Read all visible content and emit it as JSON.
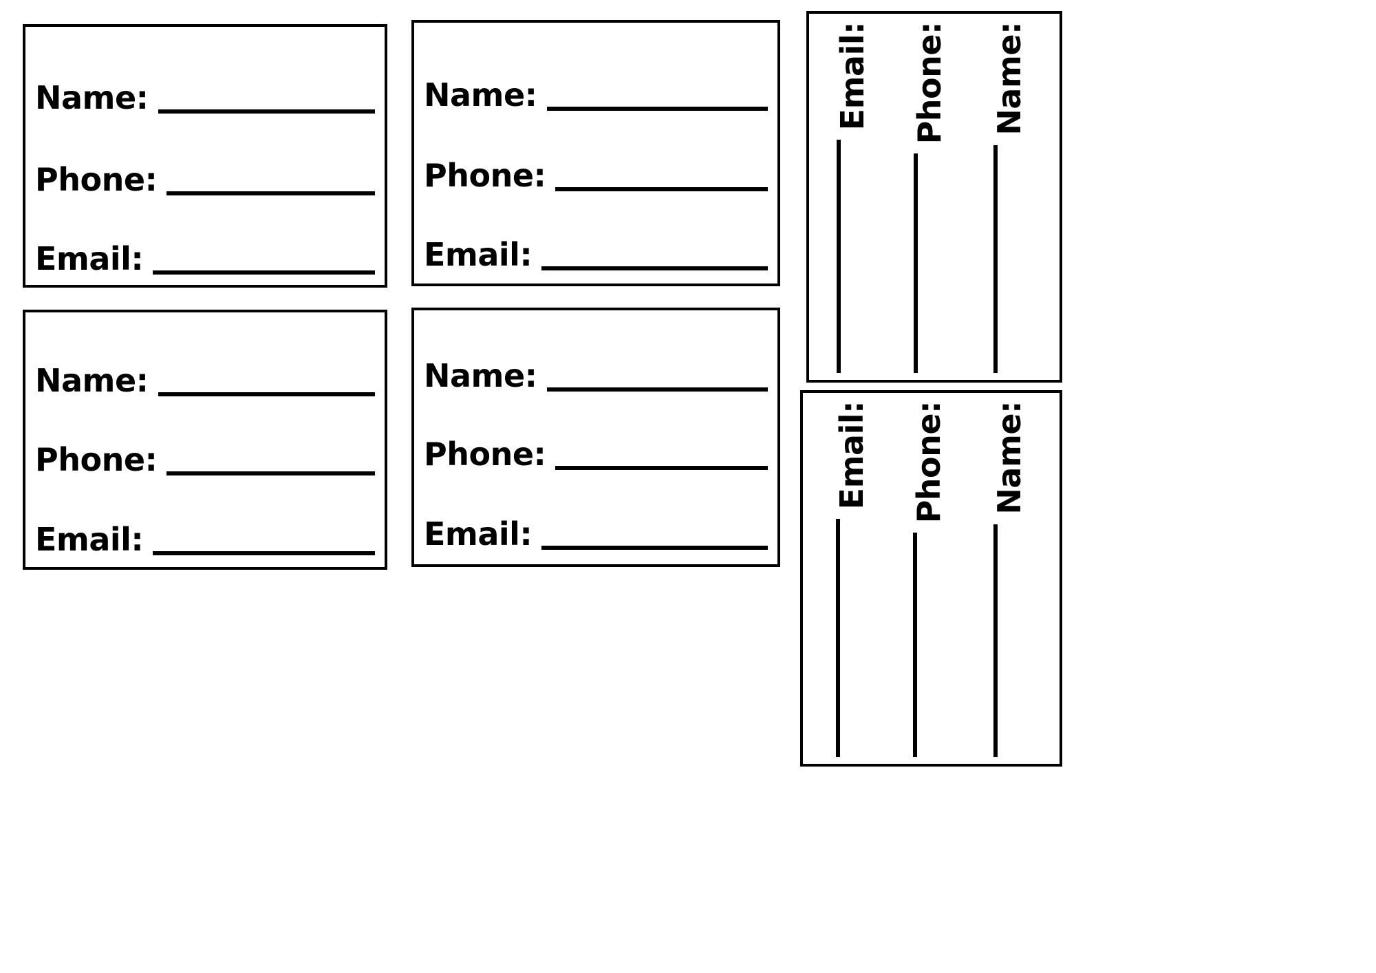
{
  "document": {
    "kind": "contact-card-template",
    "page_background": "#ffffff",
    "ink_color": "#000000",
    "field_labels": [
      "Name:",
      "Phone:",
      "Email:"
    ]
  },
  "horizontal_cards": [
    {
      "id": "card-top-left",
      "fields": [
        {
          "label": "Name:"
        },
        {
          "label": "Phone:"
        },
        {
          "label": "Email:"
        }
      ]
    },
    {
      "id": "card-top-right",
      "fields": [
        {
          "label": "Name:"
        },
        {
          "label": "Phone:"
        },
        {
          "label": "Email:"
        }
      ]
    },
    {
      "id": "card-bottom-left",
      "fields": [
        {
          "label": "Name:"
        },
        {
          "label": "Phone:"
        },
        {
          "label": "Email:"
        }
      ]
    },
    {
      "id": "card-bottom-right",
      "fields": [
        {
          "label": "Name:"
        },
        {
          "label": "Phone:"
        },
        {
          "label": "Email:"
        }
      ]
    }
  ],
  "vertical_cards": [
    {
      "id": "card-side-upper",
      "fields": [
        {
          "label": "Email:"
        },
        {
          "label": "Phone:"
        },
        {
          "label": "Name:"
        }
      ]
    },
    {
      "id": "card-side-lower",
      "fields": [
        {
          "label": "Email:"
        },
        {
          "label": "Phone:"
        },
        {
          "label": "Name:"
        }
      ]
    }
  ]
}
